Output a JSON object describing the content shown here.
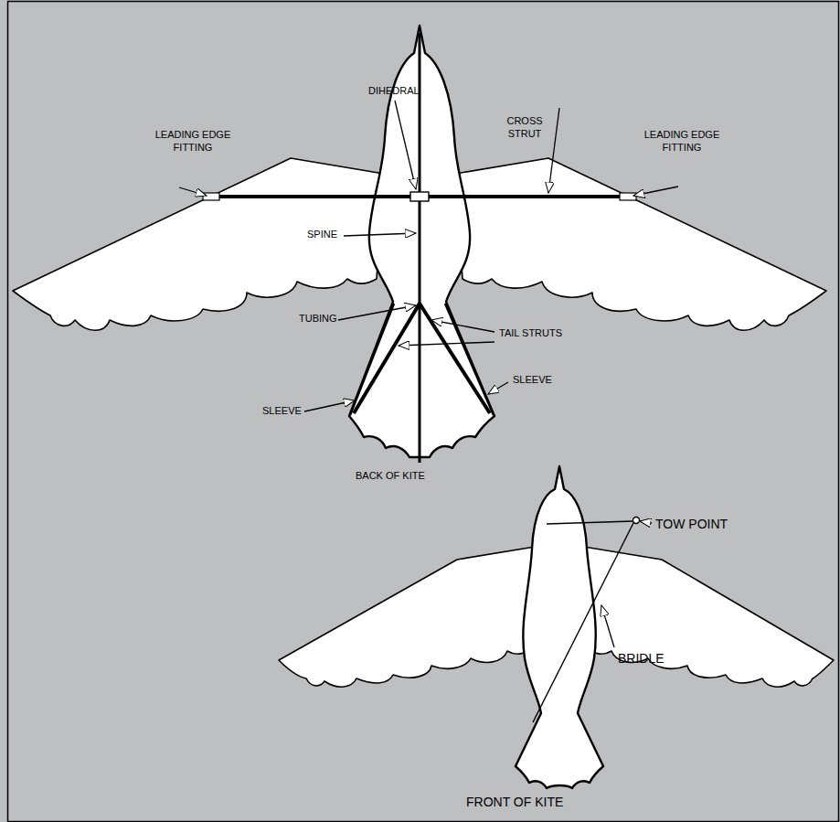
{
  "diagram": {
    "labels": [
      "LEADING EDGE FITTING",
      "DIHEDRAL",
      "CROSS STRUT",
      "LEADING EDGE FITTING",
      "SPINE",
      "TUBING",
      "TAIL STRUTS",
      "SLEEVE",
      "SLEEVE",
      "BACK OF KITE",
      "TOW POINT",
      "BRIDLE",
      "FRONT OF KITE"
    ]
  }
}
